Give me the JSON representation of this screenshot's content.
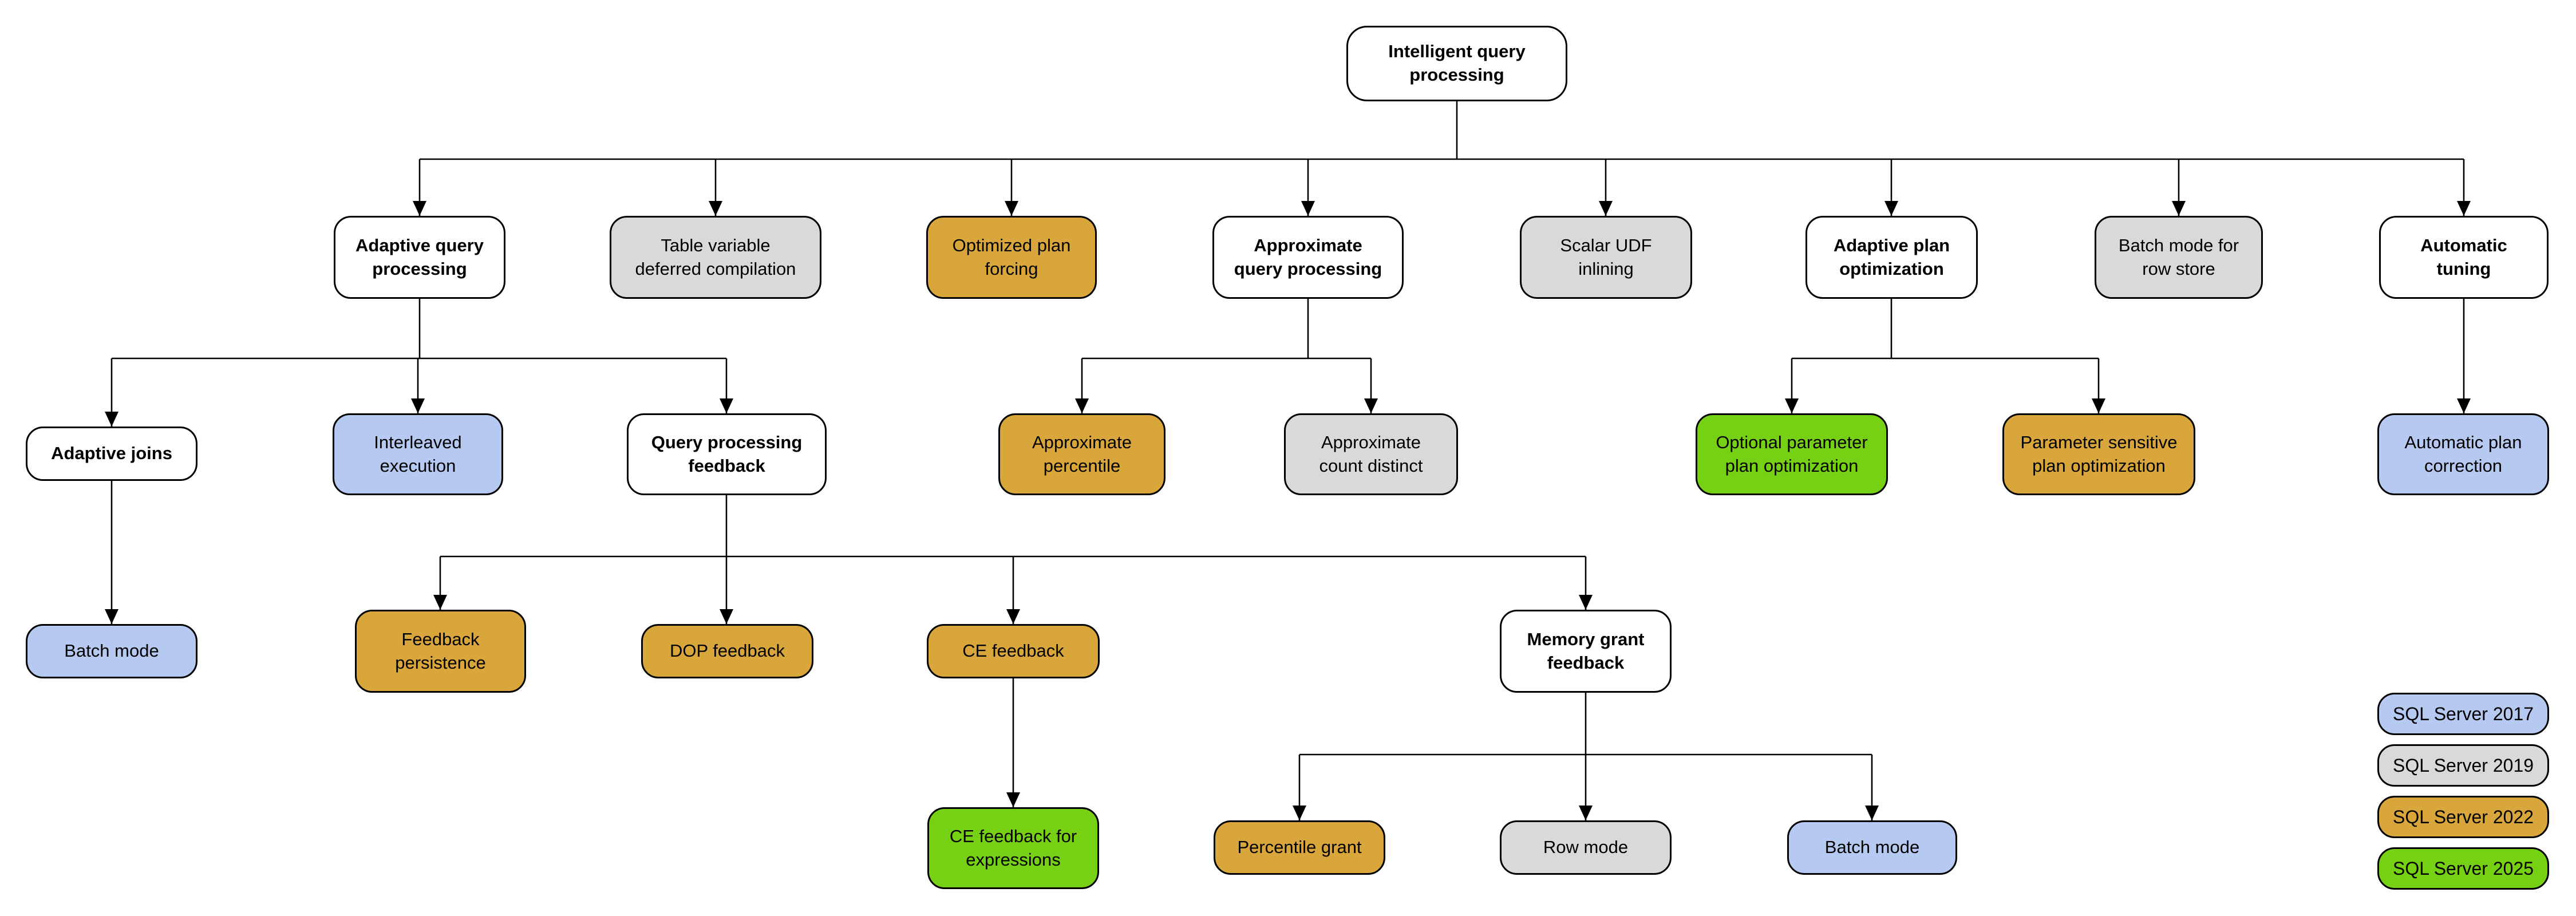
{
  "diagram": {
    "type": "feature-tree",
    "subject": "Intelligent query processing"
  },
  "palette": {
    "sql_server_2017": "#b6c9f1",
    "sql_server_2019": "#d9d9d9",
    "sql_server_2022": "#d9a63c",
    "sql_server_2025": "#76d013",
    "category_box": "#ffffff",
    "line_color": "#000000"
  },
  "nodes": [
    {
      "id": "intelligent-query-processing",
      "label": "Intelligent query\nprocessing",
      "version": "category"
    },
    {
      "id": "adaptive-query-processing",
      "label": "Adaptive query\nprocessing",
      "version": "category"
    },
    {
      "id": "table-variable-deferred-compilation",
      "label": "Table variable\ndeferred compilation",
      "version": "SQL Server 2019"
    },
    {
      "id": "optimized-plan-forcing",
      "label": "Optimized plan\nforcing",
      "version": "SQL Server 2022"
    },
    {
      "id": "approximate-query-processing",
      "label": "Approximate\nquery processing",
      "version": "category"
    },
    {
      "id": "scalar-udf-inlining",
      "label": "Scalar UDF\ninlining",
      "version": "SQL Server 2019"
    },
    {
      "id": "adaptive-plan-optimization",
      "label": "Adaptive plan\noptimization",
      "version": "category"
    },
    {
      "id": "batch-mode-for-row-store",
      "label": "Batch mode for\nrow store",
      "version": "SQL Server 2019"
    },
    {
      "id": "automatic-tuning",
      "label": "Automatic\ntuning",
      "version": "category"
    },
    {
      "id": "adaptive-joins",
      "label": "Adaptive joins",
      "version": "category"
    },
    {
      "id": "interleaved-execution",
      "label": "Interleaved\nexecution",
      "version": "SQL Server 2017"
    },
    {
      "id": "query-processing-feedback",
      "label": "Query processing\nfeedback",
      "version": "category"
    },
    {
      "id": "approximate-percentile",
      "label": "Approximate\npercentile",
      "version": "SQL Server 2022"
    },
    {
      "id": "approximate-count-distinct",
      "label": "Approximate\ncount distinct",
      "version": "SQL Server 2019"
    },
    {
      "id": "optional-parameter-plan-optimization",
      "label": "Optional parameter\nplan optimization",
      "version": "SQL Server 2025"
    },
    {
      "id": "parameter-sensitive-plan-optimization",
      "label": "Parameter sensitive\nplan optimization",
      "version": "SQL Server 2022"
    },
    {
      "id": "automatic-plan-correction",
      "label": "Automatic plan\ncorrection",
      "version": "SQL Server 2017"
    },
    {
      "id": "batch-mode-adaptive-joins",
      "label": "Batch mode",
      "version": "SQL Server 2017"
    },
    {
      "id": "feedback-persistence",
      "label": "Feedback\npersistence",
      "version": "SQL Server 2022"
    },
    {
      "id": "dop-feedback",
      "label": "DOP feedback",
      "version": "SQL Server 2022"
    },
    {
      "id": "ce-feedback",
      "label": "CE feedback",
      "version": "SQL Server 2022"
    },
    {
      "id": "memory-grant-feedback",
      "label": "Memory grant\nfeedback",
      "version": "category"
    },
    {
      "id": "ce-feedback-for-expressions",
      "label": "CE feedback for\nexpressions",
      "version": "SQL Server 2025"
    },
    {
      "id": "percentile-grant",
      "label": "Percentile grant",
      "version": "SQL Server 2022"
    },
    {
      "id": "row-mode",
      "label": "Row mode",
      "version": "SQL Server 2019"
    },
    {
      "id": "batch-mode-memory-grant",
      "label": "Batch mode",
      "version": "SQL Server 2017"
    }
  ],
  "edges": [
    {
      "from": "intelligent-query-processing",
      "to": "adaptive-query-processing"
    },
    {
      "from": "intelligent-query-processing",
      "to": "table-variable-deferred-compilation"
    },
    {
      "from": "intelligent-query-processing",
      "to": "optimized-plan-forcing"
    },
    {
      "from": "intelligent-query-processing",
      "to": "approximate-query-processing"
    },
    {
      "from": "intelligent-query-processing",
      "to": "scalar-udf-inlining"
    },
    {
      "from": "intelligent-query-processing",
      "to": "adaptive-plan-optimization"
    },
    {
      "from": "intelligent-query-processing",
      "to": "batch-mode-for-row-store"
    },
    {
      "from": "intelligent-query-processing",
      "to": "automatic-tuning"
    },
    {
      "from": "adaptive-query-processing",
      "to": "adaptive-joins"
    },
    {
      "from": "adaptive-query-processing",
      "to": "interleaved-execution"
    },
    {
      "from": "adaptive-query-processing",
      "to": "query-processing-feedback"
    },
    {
      "from": "approximate-query-processing",
      "to": "approximate-percentile"
    },
    {
      "from": "approximate-query-processing",
      "to": "approximate-count-distinct"
    },
    {
      "from": "adaptive-plan-optimization",
      "to": "optional-parameter-plan-optimization"
    },
    {
      "from": "adaptive-plan-optimization",
      "to": "parameter-sensitive-plan-optimization"
    },
    {
      "from": "automatic-tuning",
      "to": "automatic-plan-correction"
    },
    {
      "from": "adaptive-joins",
      "to": "batch-mode-adaptive-joins"
    },
    {
      "from": "query-processing-feedback",
      "to": "feedback-persistence"
    },
    {
      "from": "query-processing-feedback",
      "to": "dop-feedback"
    },
    {
      "from": "query-processing-feedback",
      "to": "ce-feedback"
    },
    {
      "from": "query-processing-feedback",
      "to": "memory-grant-feedback"
    },
    {
      "from": "ce-feedback",
      "to": "ce-feedback-for-expressions"
    },
    {
      "from": "memory-grant-feedback",
      "to": "percentile-grant"
    },
    {
      "from": "memory-grant-feedback",
      "to": "row-mode"
    },
    {
      "from": "memory-grant-feedback",
      "to": "batch-mode-memory-grant"
    }
  ],
  "legend": {
    "items": [
      {
        "label": "SQL Server 2017",
        "color": "#b6c9f1"
      },
      {
        "label": "SQL Server 2019",
        "color": "#d9d9d9"
      },
      {
        "label": "SQL Server 2022",
        "color": "#d9a63c"
      },
      {
        "label": "SQL Server 2025",
        "color": "#76d013"
      }
    ]
  }
}
